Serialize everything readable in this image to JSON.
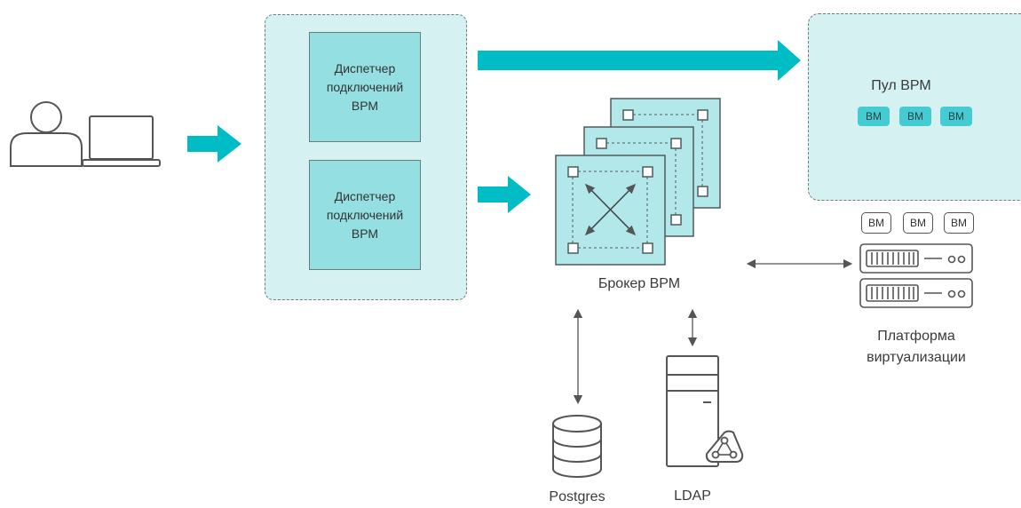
{
  "connection_manager_1": {
    "label": "Диспетчер\nподключений\nВРМ"
  },
  "connection_manager_2": {
    "label": "Диспетчер\nподключений\nВРМ"
  },
  "vm_pool": {
    "title": "Пул ВРМ",
    "vms": [
      "ВМ",
      "ВМ",
      "ВМ"
    ]
  },
  "broker": {
    "label": "Брокер ВРМ"
  },
  "virtualization": {
    "vms": [
      "ВМ",
      "ВМ",
      "ВМ"
    ],
    "label": "Платформа\nвиртуализации"
  },
  "postgres": {
    "label": "Postgres"
  },
  "ldap": {
    "label": "LDAP"
  },
  "colors": {
    "accent": "#00bcc5",
    "panel_bg": "#d6f1f2",
    "box_fill": "#94dfe2"
  }
}
